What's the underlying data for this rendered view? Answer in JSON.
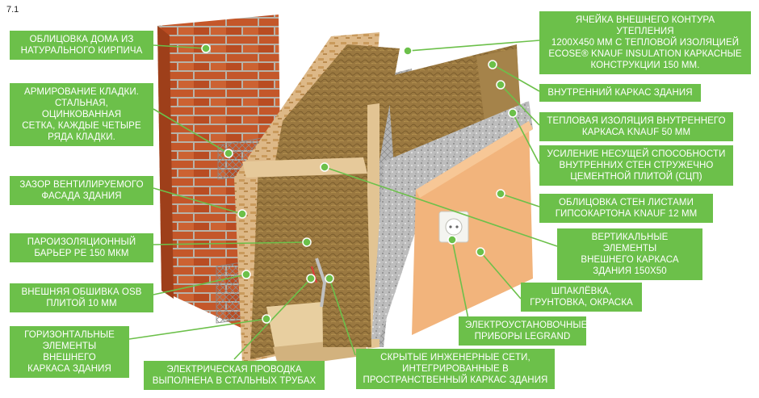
{
  "figure_number": "7.1",
  "colors": {
    "label_bg": "#6cc04a",
    "label_text": "#ffffff",
    "leader_line": "#6cc04a",
    "brick": "#c4572a",
    "osb": "#d8b07a",
    "insulation": "#9c7a3c",
    "gypsum": "#f0b07a",
    "cement_board": "#c8c8c8"
  },
  "labels": {
    "brick_facing": "ОБЛИЦОВКА ДОМА ИЗ\nНАТУРАЛЬНОГО КИРПИЧА",
    "masonry_reinforcement": "АРМИРОВАНИЕ КЛАДКИ.\nСТАЛЬНАЯ, ОЦИНКОВАННАЯ\nСЕТКА, КАЖДЫЕ ЧЕТЫРЕ\nРЯДА КЛАДКИ.",
    "ventilated_gap": "ЗАЗОР ВЕНТИЛИРУЕМОГО\nФАСАДА ЗДАНИЯ",
    "vapor_barrier": "ПАРОИЗОЛЯЦИОННЫЙ\nБАРЬЕР PE 150 МКМ",
    "osb_sheathing": "ВНЕШНЯЯ ОБШИВКА OSB\nПЛИТОЙ 10 ММ",
    "horizontal_frame": "ГОРИЗОНТАЛЬНЫЕ\nЭЛЕМЕНТЫ ВНЕШНЕГО\nКАРКАСА ЗДАНИЯ",
    "electrical_wiring": "ЭЛЕКТРИЧЕСКАЯ ПРОВОДКА\nВЫПОЛНЕНА В СТАЛЬНЫХ ТРУБАХ",
    "hidden_networks": "СКРЫТЫЕ ИНЖЕНЕРНЫЕ СЕТИ,\nИНТЕГРИРОВАННЫЕ В\nПРОСТРАНСТВЕННЫЙ КАРКАС ЗДАНИЯ",
    "outer_cell": "ЯЧЕЙКА ВНЕШНЕГО КОНТУРА УТЕПЛЕНИЯ\n1200X450 ММ С ТЕПЛОВОЙ ИЗОЛЯЦИЕЙ\nECOSE® KNAUF INSULATION КАРКАСНЫЕ\nКОНСТРУКЦИИ 150 ММ.",
    "inner_frame": "ВНУТРЕННИЙ КАРКАС ЗДАНИЯ",
    "inner_insulation": "ТЕПЛОВАЯ ИЗОЛЯЦИЯ ВНУТРЕННЕГО\nКАРКАСА KNAUF 50 ММ",
    "bearing_reinforcement": "УСИЛЕНИЕ НЕСУЩЕЙ СПОСОБНОСТИ\nВНУТРЕННИХ СТЕН СТРУЖЕЧНО\nЦЕМЕНТНОЙ ПЛИТОЙ (СЦП)",
    "gypsum_cladding": "ОБЛИЦОВКА СТЕН ЛИСТАМИ\nГИПСОКАРТОНА KNAUF 12 ММ",
    "vertical_elements": "ВЕРТИКАЛЬНЫЕ ЭЛЕМЕНТЫ\nВНЕШНЕГО КАРКАСА\nЗДАНИЯ 150X50",
    "finishing": "ШПАКЛЁВКА,\nГРУНТОВКА, ОКРАСКА",
    "electrical_devices": "ЭЛЕКТРОУСТАНОВОЧНЫЕ\nПРИБОРЫ LEGRAND"
  }
}
